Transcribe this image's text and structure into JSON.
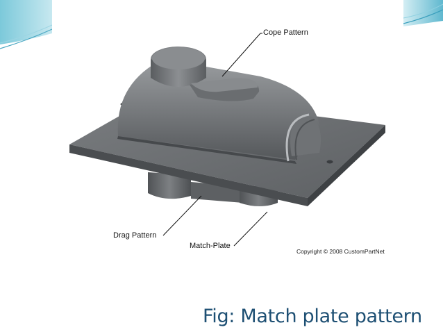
{
  "diagram": {
    "callouts": {
      "cope": "Cope Pattern",
      "drag": "Drag Pattern",
      "match_plate": "Match-Plate"
    },
    "copyright": "Copyright © 2008 CustomPartNet"
  },
  "caption": "Fig: Match plate pattern",
  "colors": {
    "caption": "#1d4f73",
    "deco_teal": "#6fc2d6",
    "part_gray": "#6b6e71"
  }
}
